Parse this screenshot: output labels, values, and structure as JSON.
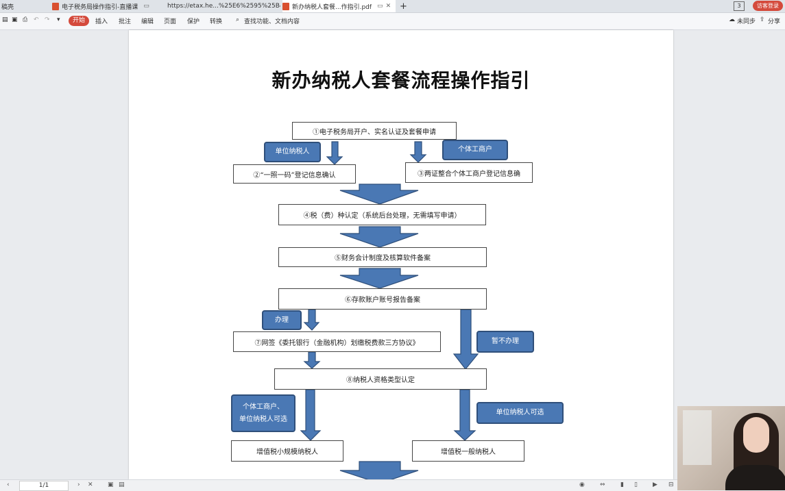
{
  "tabs": [
    {
      "label": "稿壳",
      "active": false
    },
    {
      "label": "电子税务局操作指引-直播课",
      "active": false
    },
    {
      "label": "https://etax.he...%25E6%2595%25B4",
      "active": false
    },
    {
      "label": "新办纳税人套餐...作指引.pdf",
      "active": true
    }
  ],
  "tab_right": {
    "badge": "3",
    "visitor_login": "访客登录"
  },
  "toolbar": {
    "start": "开始",
    "items": [
      "插入",
      "批注",
      "编辑",
      "页面",
      "保护",
      "转换"
    ],
    "search": "查找功能、文档内容",
    "sync": "未同步",
    "share": "分享"
  },
  "document": {
    "title": "新办纳税人套餐流程操作指引",
    "steps": {
      "s1": "①电子税务局开户、实名认证及套餐申请",
      "s2": "②“一照一码”登记信息确认",
      "s3": "③两证整合个体工商户登记信息确",
      "s4": "④税（费）种认定（系统后台处理，无需填写申请）",
      "s5": "⑤财务会计制度及核算软件备案",
      "s6": "⑥存款账户账号报告备案",
      "s7": "⑦网签《委托银行（金融机构）划缴税费款三方协议》",
      "s8": "⑧纳税人资格类型认定",
      "small": "增值税小规模纳税人",
      "general": "增值税一般纳税人"
    },
    "tags": {
      "unit": "单位纳税人",
      "individual": "个体工商户",
      "handle": "办理",
      "not_handle": "暂不办理",
      "optional_line1": "个体工商户、",
      "optional_line2": "单位纳税人可选",
      "unit_optional": "单位纳税人可选"
    }
  },
  "statusbar": {
    "page": "1/1"
  }
}
